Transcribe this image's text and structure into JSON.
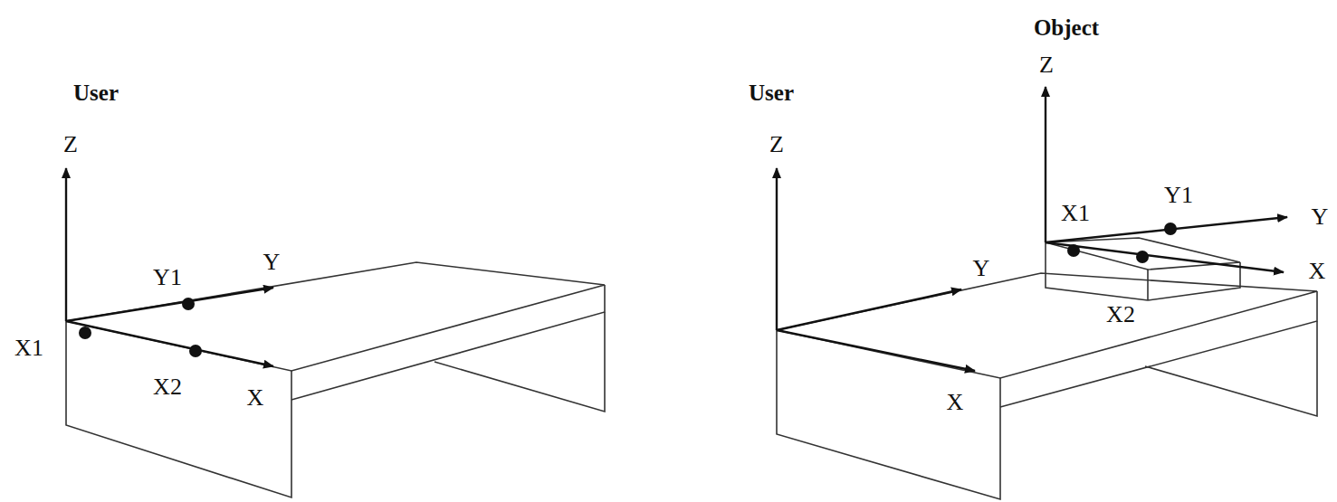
{
  "diagram": {
    "labels": [
      "User",
      "Z",
      "Y1",
      "Y",
      "X1",
      "X2",
      "X",
      "Object",
      "Z",
      "User",
      "Z",
      "X1",
      "Y1",
      "Y",
      "Y",
      "X",
      "X2",
      "X"
    ]
  }
}
